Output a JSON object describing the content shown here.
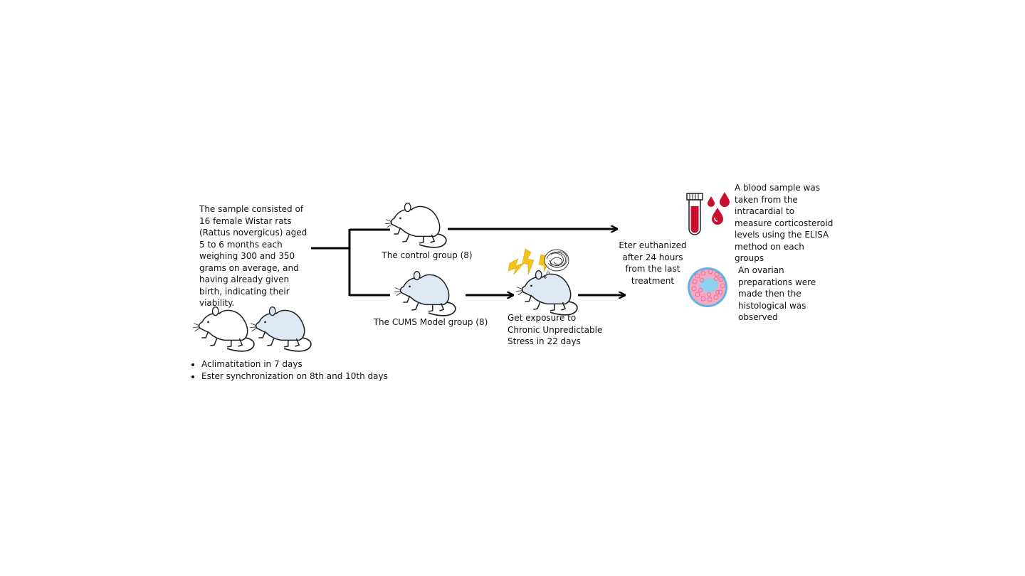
{
  "intro": {
    "text": "The sample consisted of 16 female Wistar rats (Rattus novergicus) aged 5 to 6 months each weighing 300 and 350 grams on average, and having already given birth, indicating their viability."
  },
  "bullets": [
    "Aclimatitation in 7 days",
    "Ester synchronization on 8th and 10th days"
  ],
  "groups": {
    "control_label": "The control group (8)",
    "cums_label": "The CUMS Model group (8)"
  },
  "stress": {
    "label": "Get exposure to Chronic Unpredictable Stress in 22 days"
  },
  "euthanasia": {
    "label": "Eter euthanized after 24 hours from the last treatment"
  },
  "outcomes": {
    "blood": "A blood sample was taken from the intracardial to measure corticosteroid levels using the ELISA method on each groups",
    "ovary": "An ovarian preparations were made then the histological was observed"
  },
  "colors": {
    "rat_fill_blue": "#dde9f5",
    "blood_red": "#c8102e",
    "bolt_yellow": "#f2c318",
    "ovary_blue": "#5fb3e6",
    "ovary_pink": "#f49ab8",
    "line_black": "#000000"
  },
  "icons": [
    "white-rat-icon",
    "blue-rat-icon",
    "lightning-icon",
    "brain-icon",
    "blood-tube-icon",
    "blood-drop-icon",
    "ovary-icon"
  ]
}
